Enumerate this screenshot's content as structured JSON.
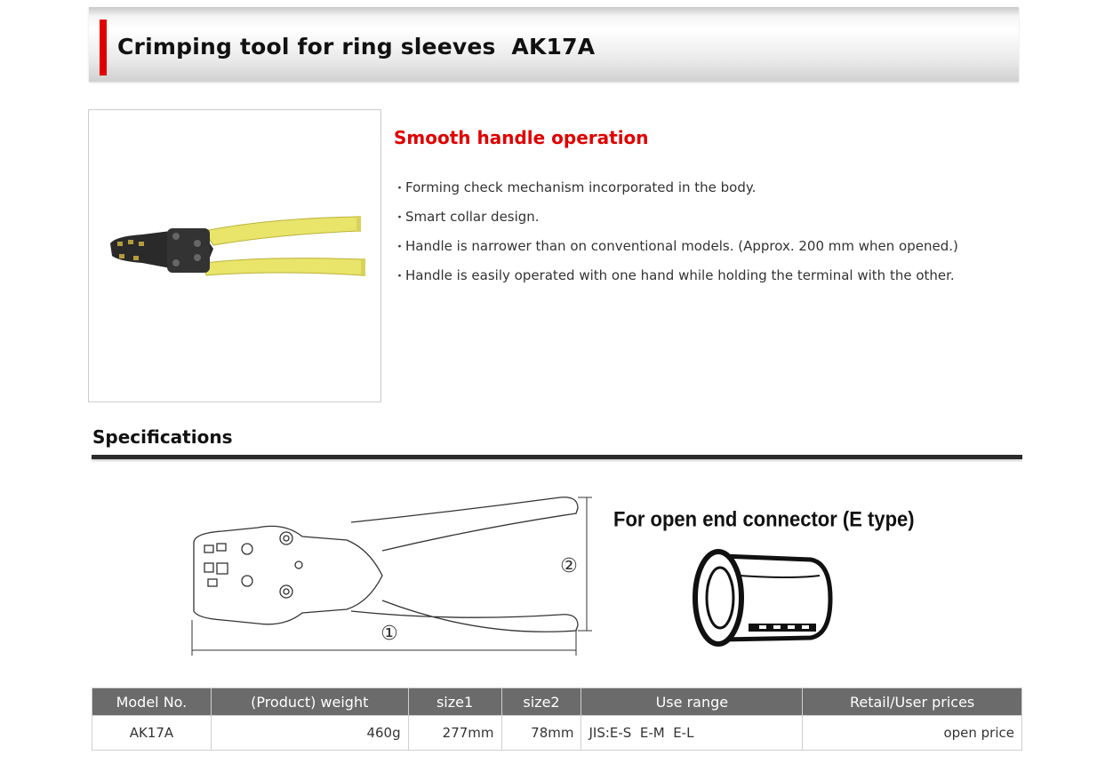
{
  "header": {
    "title": "Crimping tool for ring sleeves  AK17A",
    "accent_color": "#e00000"
  },
  "product_image": {
    "icon": "crimping-tool-photo",
    "handle_color": "#e9e46a"
  },
  "features": {
    "heading": "Smooth handle operation",
    "items": [
      "Forming check mechanism incorporated in the body.",
      "Smart collar design.",
      "Handle is narrower than on conventional models. (Approx. 200 mm when opened.)",
      "Handle is easily operated with one hand while holding the terminal with the other."
    ]
  },
  "specifications": {
    "heading": "Specifications",
    "diagram": {
      "dimension_1": "①",
      "dimension_2": "②"
    },
    "connector_label": "For open end connector (E type)",
    "table": {
      "headers": [
        "Model No.",
        "(Product) weight",
        "size1",
        "size2",
        "Use range",
        "Retail/User prices"
      ],
      "rows": [
        [
          "AK17A",
          "460g",
          "277mm",
          "78mm",
          "JIS:E-S  E-M  E-L",
          "open price"
        ]
      ]
    }
  }
}
